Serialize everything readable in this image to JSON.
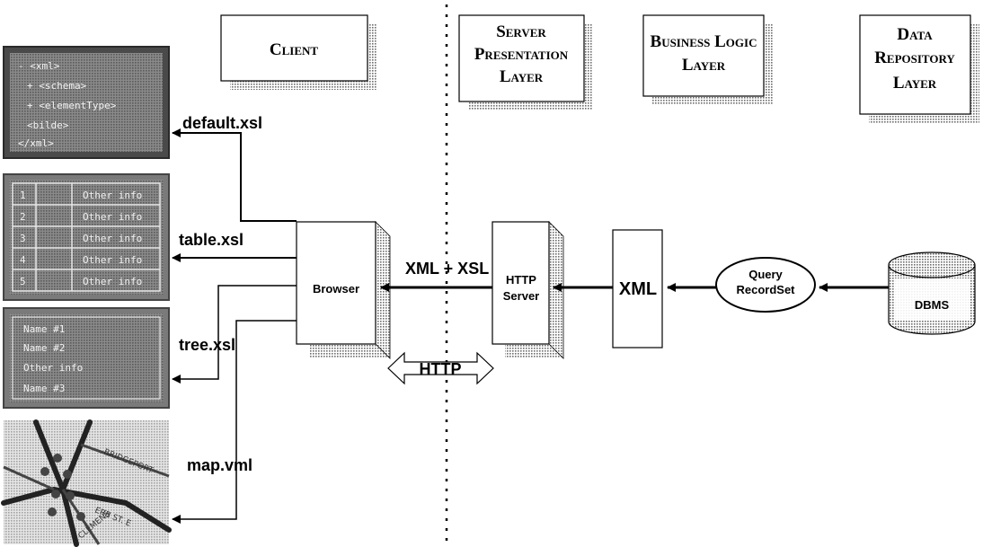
{
  "layers": {
    "client": "Client",
    "server_presentation": [
      "Server",
      "Presentation",
      "Layer"
    ],
    "business_logic": [
      "Business Logic",
      "Layer"
    ],
    "data_repository": [
      "Data",
      "Repository",
      "Layer"
    ]
  },
  "outputs": {
    "default_xsl": "default.xsl",
    "table_xsl": "table.xsl",
    "tree_xsl": "tree.xsl",
    "map_vml": "map.vml"
  },
  "components": {
    "browser": "Browser",
    "http_server": [
      "HTTP",
      "Server"
    ],
    "xml": "XML",
    "query": [
      "Query",
      "RecordSet"
    ],
    "dbms": "DBMS"
  },
  "connections": {
    "xml_xsl": "XML + XSL",
    "http": "HTTP"
  },
  "thumbnails": {
    "xml_lines": [
      "- <xml>",
      "+ <schema>",
      "+ <elementType>",
      "<bilde>",
      "</xml>"
    ],
    "table_rows": [
      {
        "num": "1",
        "info": "Other info"
      },
      {
        "num": "2",
        "info": "Other info"
      },
      {
        "num": "3",
        "info": "Other info"
      },
      {
        "num": "4",
        "info": "Other info"
      },
      {
        "num": "5",
        "info": "Other info"
      }
    ],
    "tree_items": [
      "Name #1",
      "Name #2",
      "Other info",
      "Name #3"
    ],
    "map_streets": [
      "BRIDGEPORT",
      "ERB ST. E",
      "CLEMENS"
    ]
  }
}
